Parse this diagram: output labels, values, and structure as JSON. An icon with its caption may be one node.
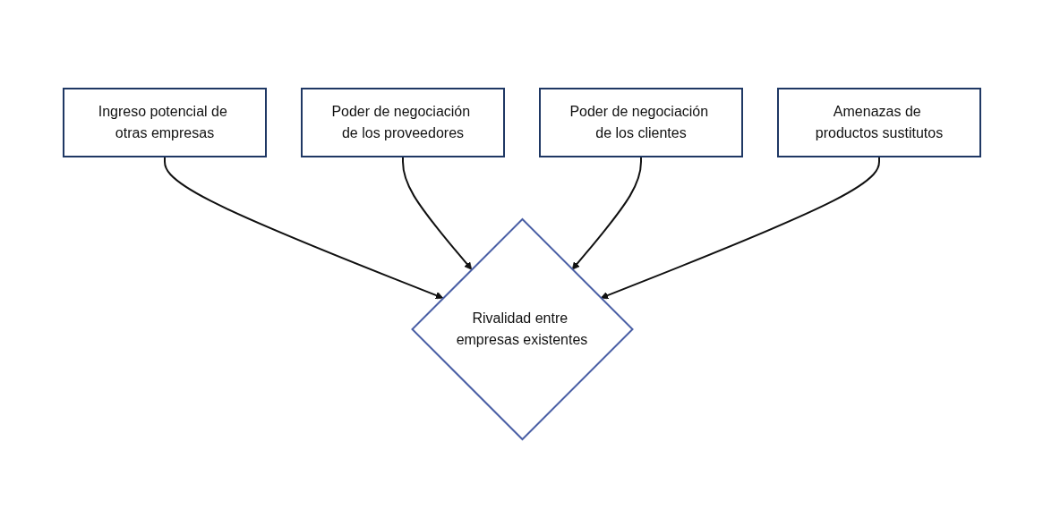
{
  "diagram": {
    "nodes": [
      {
        "text": [
          "Ingreso potencial de otras empresas"
        ]
      },
      {
        "text": [
          "Poder de negociación de los proveedores"
        ]
      },
      {
        "text": [
          "Rivalidad entre empresas existentes"
        ]
      },
      {
        "text": [
          "Poder de negociación de los clientes"
        ]
      },
      {
        "text": [
          "Amenazas de productos sustitutos"
        ]
      }
    ],
    "edges": [
      {
        "from": 0,
        "to": 2,
        "arrow": "to"
      },
      {
        "from": 1,
        "to": 2,
        "arrow": "to"
      },
      {
        "from": 3,
        "to": 2,
        "arrow": "to"
      },
      {
        "from": 4,
        "to": 2,
        "arrow": "to"
      }
    ]
  }
}
